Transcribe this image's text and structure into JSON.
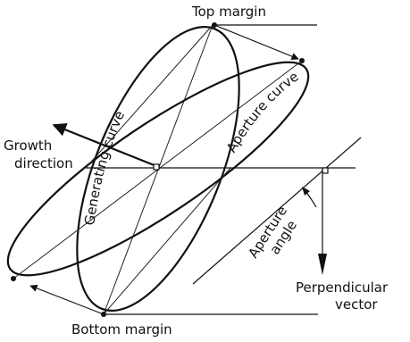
{
  "labels": {
    "top_margin": "Top margin",
    "generating_curve": "Generating curve",
    "aperture_curve": "Aperture curve",
    "growth_direction_line1": "Growth",
    "growth_direction_line2": "direction",
    "aperture_angle_line1": "Aperture",
    "aperture_angle_line2": "angle",
    "perpendicular_vector_line1": "Perpendicular",
    "perpendicular_vector_line2": "vector",
    "bottom_margin": "Bottom margin"
  }
}
